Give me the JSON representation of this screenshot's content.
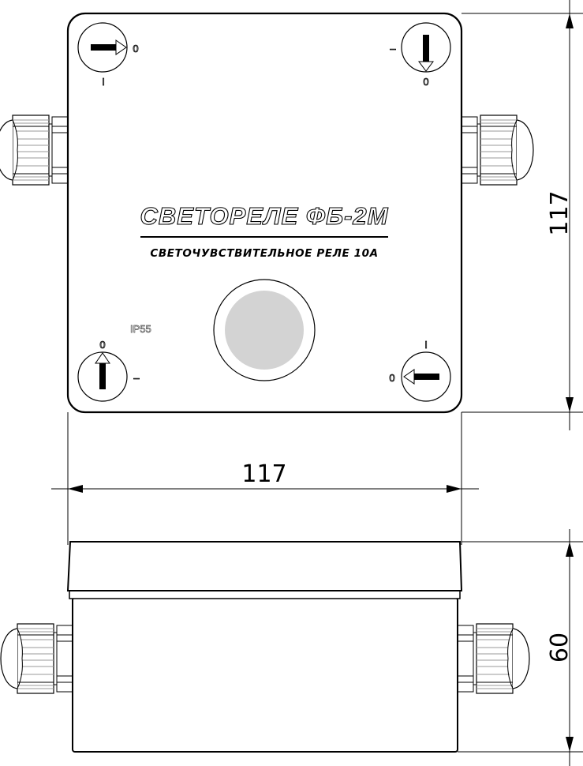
{
  "device": {
    "title": "СВЕТОРЕЛЕ ФБ-2М",
    "subtitle": "СВЕТОЧУВСТВИТЕЛЬНОЕ РЕЛЕ 10А",
    "protection": "IP55",
    "sensor_color": "#d3d3d3"
  },
  "switches": [
    {
      "position": "top-left",
      "arrow": "right",
      "labels": [
        "0",
        "I"
      ]
    },
    {
      "position": "top-right",
      "arrow": "down",
      "labels": [
        "–",
        "0"
      ]
    },
    {
      "position": "bottom-left",
      "arrow": "up",
      "labels": [
        "0",
        "–"
      ]
    },
    {
      "position": "bottom-right",
      "arrow": "left",
      "labels": [
        "I",
        "0"
      ]
    }
  ],
  "dimensions": {
    "height_top_view": "117",
    "width": "117",
    "depth": "60"
  }
}
